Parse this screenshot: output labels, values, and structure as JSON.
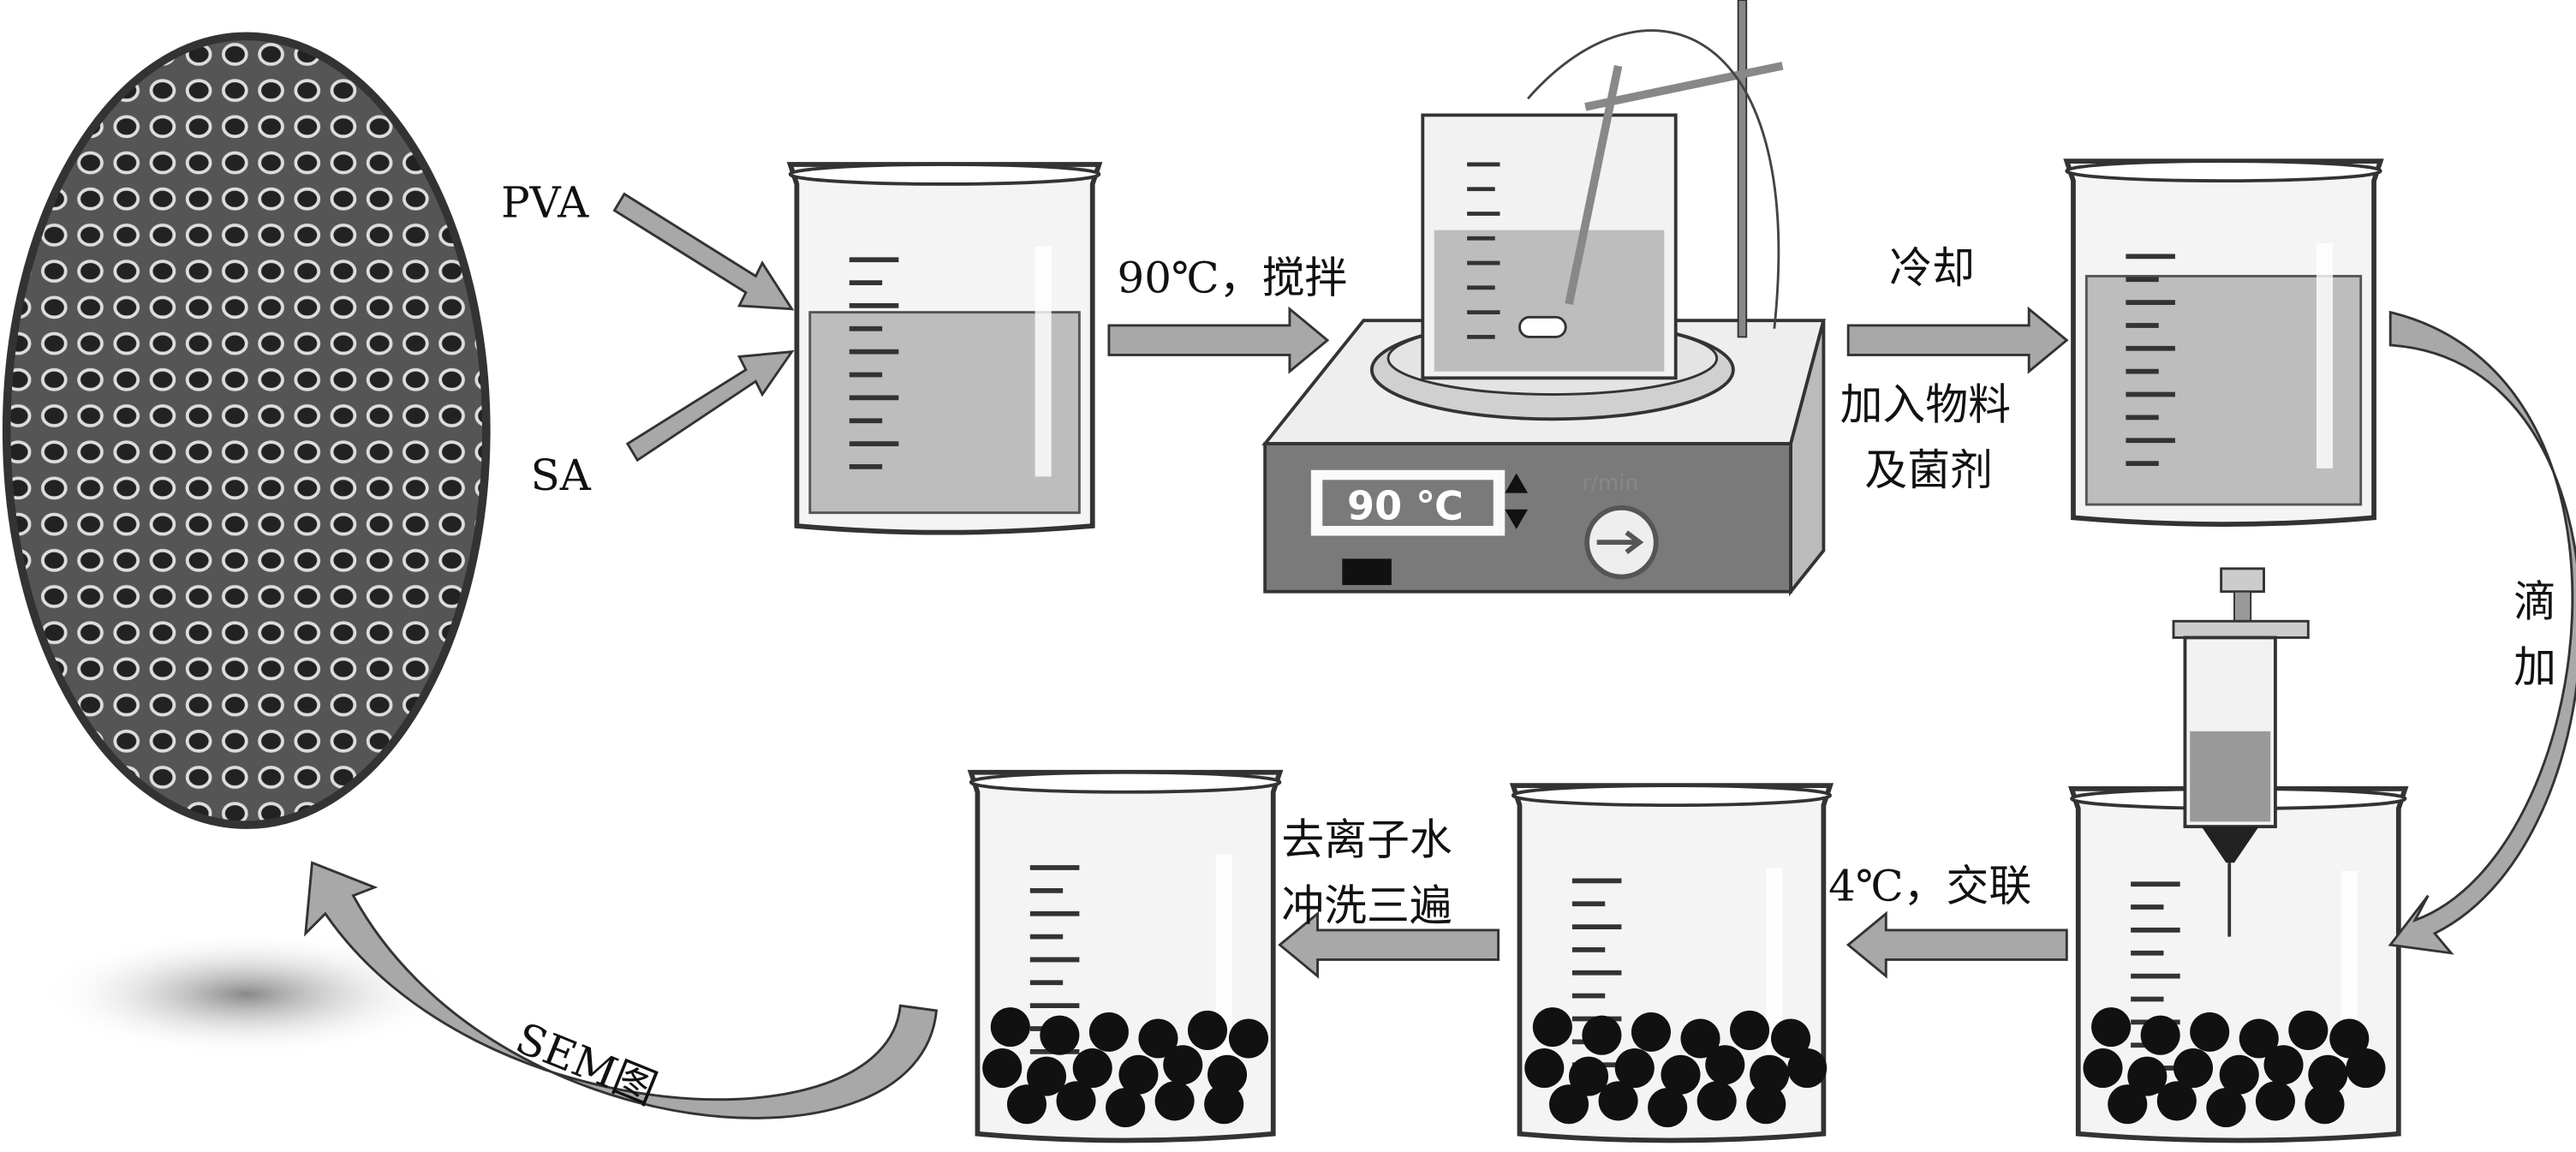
{
  "labels": {
    "pva": "PVA",
    "sa": "SA",
    "heat_stir": "90℃，搅拌",
    "cool": "冷却",
    "add_material_1": "加入物料",
    "add_material_2": "及菌剂",
    "drip_1": "滴",
    "drip_2": "加",
    "crosslink": "4℃，交联",
    "rinse_1": "去离子水",
    "rinse_2": "冲洗三遍",
    "sem": "SEM图"
  },
  "hotplate": {
    "display": "90 ℃",
    "speed_unit": "r/min"
  },
  "colors": {
    "arrow": "#a8a8a8",
    "liquid": "#bdbdbd",
    "bead": "#111111",
    "plate_front": "#7a7a7a"
  }
}
